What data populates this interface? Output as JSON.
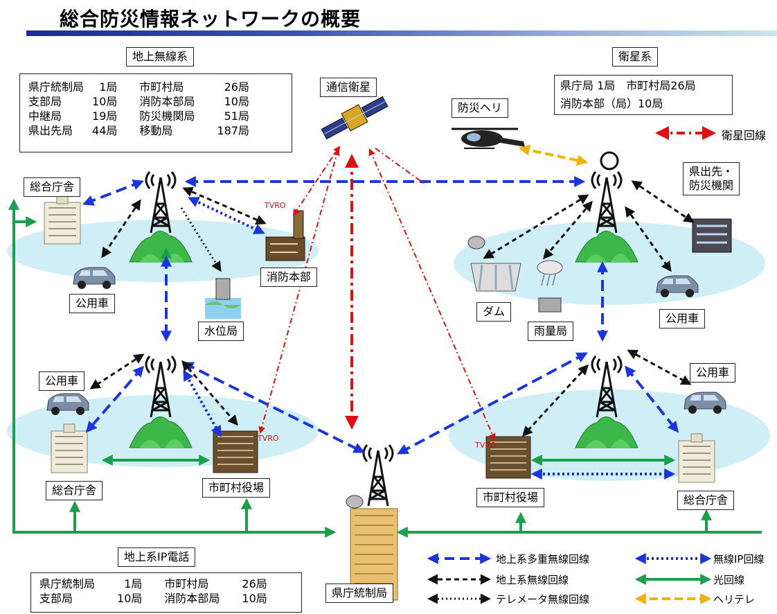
{
  "title": "総合防災情報ネットワークの概要",
  "ground_system": {
    "heading": "地上無線系",
    "rows": [
      [
        "県庁統制局",
        "1局",
        "市町村局",
        "26局"
      ],
      [
        "支部局",
        "10局",
        "消防本部局",
        "10局"
      ],
      [
        "中継局",
        "19局",
        "防災機関局",
        "51局"
      ],
      [
        "県出先局",
        "44局",
        "移動局",
        "187局"
      ]
    ]
  },
  "satellite_system": {
    "heading": "衛星系",
    "line1": "県庁局 1局　市町村局26局",
    "line2": "消防本部（局）10局"
  },
  "ip_phone": {
    "heading": "地上系IP電話",
    "rows": [
      [
        "県庁統制局",
        "1局",
        "市町村局",
        "26局"
      ],
      [
        "支部局",
        "10局",
        "消防本部局",
        "10局"
      ]
    ]
  },
  "labels": {
    "comm_satellite": "通信衛星",
    "disaster_heli": "防災ヘリ",
    "satellite_line": "衛星回線",
    "pref_office_branch": "県出先・\n防災機関",
    "gov_building_tl": "総合庁舎",
    "public_car_tl": "公用車",
    "fire_hq": "消防本部",
    "water_level": "水位局",
    "dam": "ダム",
    "rain_gauge": "雨量局",
    "public_car_tr": "公用車",
    "public_car_bl": "公用車",
    "gov_building_bl": "総合庁舎",
    "town_office_bl": "市町村役場",
    "public_car_br": "公用車",
    "town_office_br": "市町村役場",
    "gov_building_br": "総合庁舎",
    "pref_control": "県庁統制局",
    "tvro_1": "TVRO",
    "tvro_2": "TVRO",
    "tvro_3": "TVRO"
  },
  "legend": {
    "ground_multiplex": "地上系多重無線回線",
    "ground_radio": "地上系無線回線",
    "telemeter": "テレメータ無線回線",
    "radio_ip": "無線IP回線",
    "optical": "光回線",
    "heli_tele": "ヘリテレ"
  },
  "colors": {
    "multiplex": "#1a35e0",
    "ground_radio": "#111111",
    "radio_ip": "#1a2ad0",
    "optical": "#1aa04a",
    "heli_tele": "#f0b400",
    "satellite": "#e01010",
    "cell_area": "#cfeef5",
    "mountain": "#3cb84a"
  }
}
